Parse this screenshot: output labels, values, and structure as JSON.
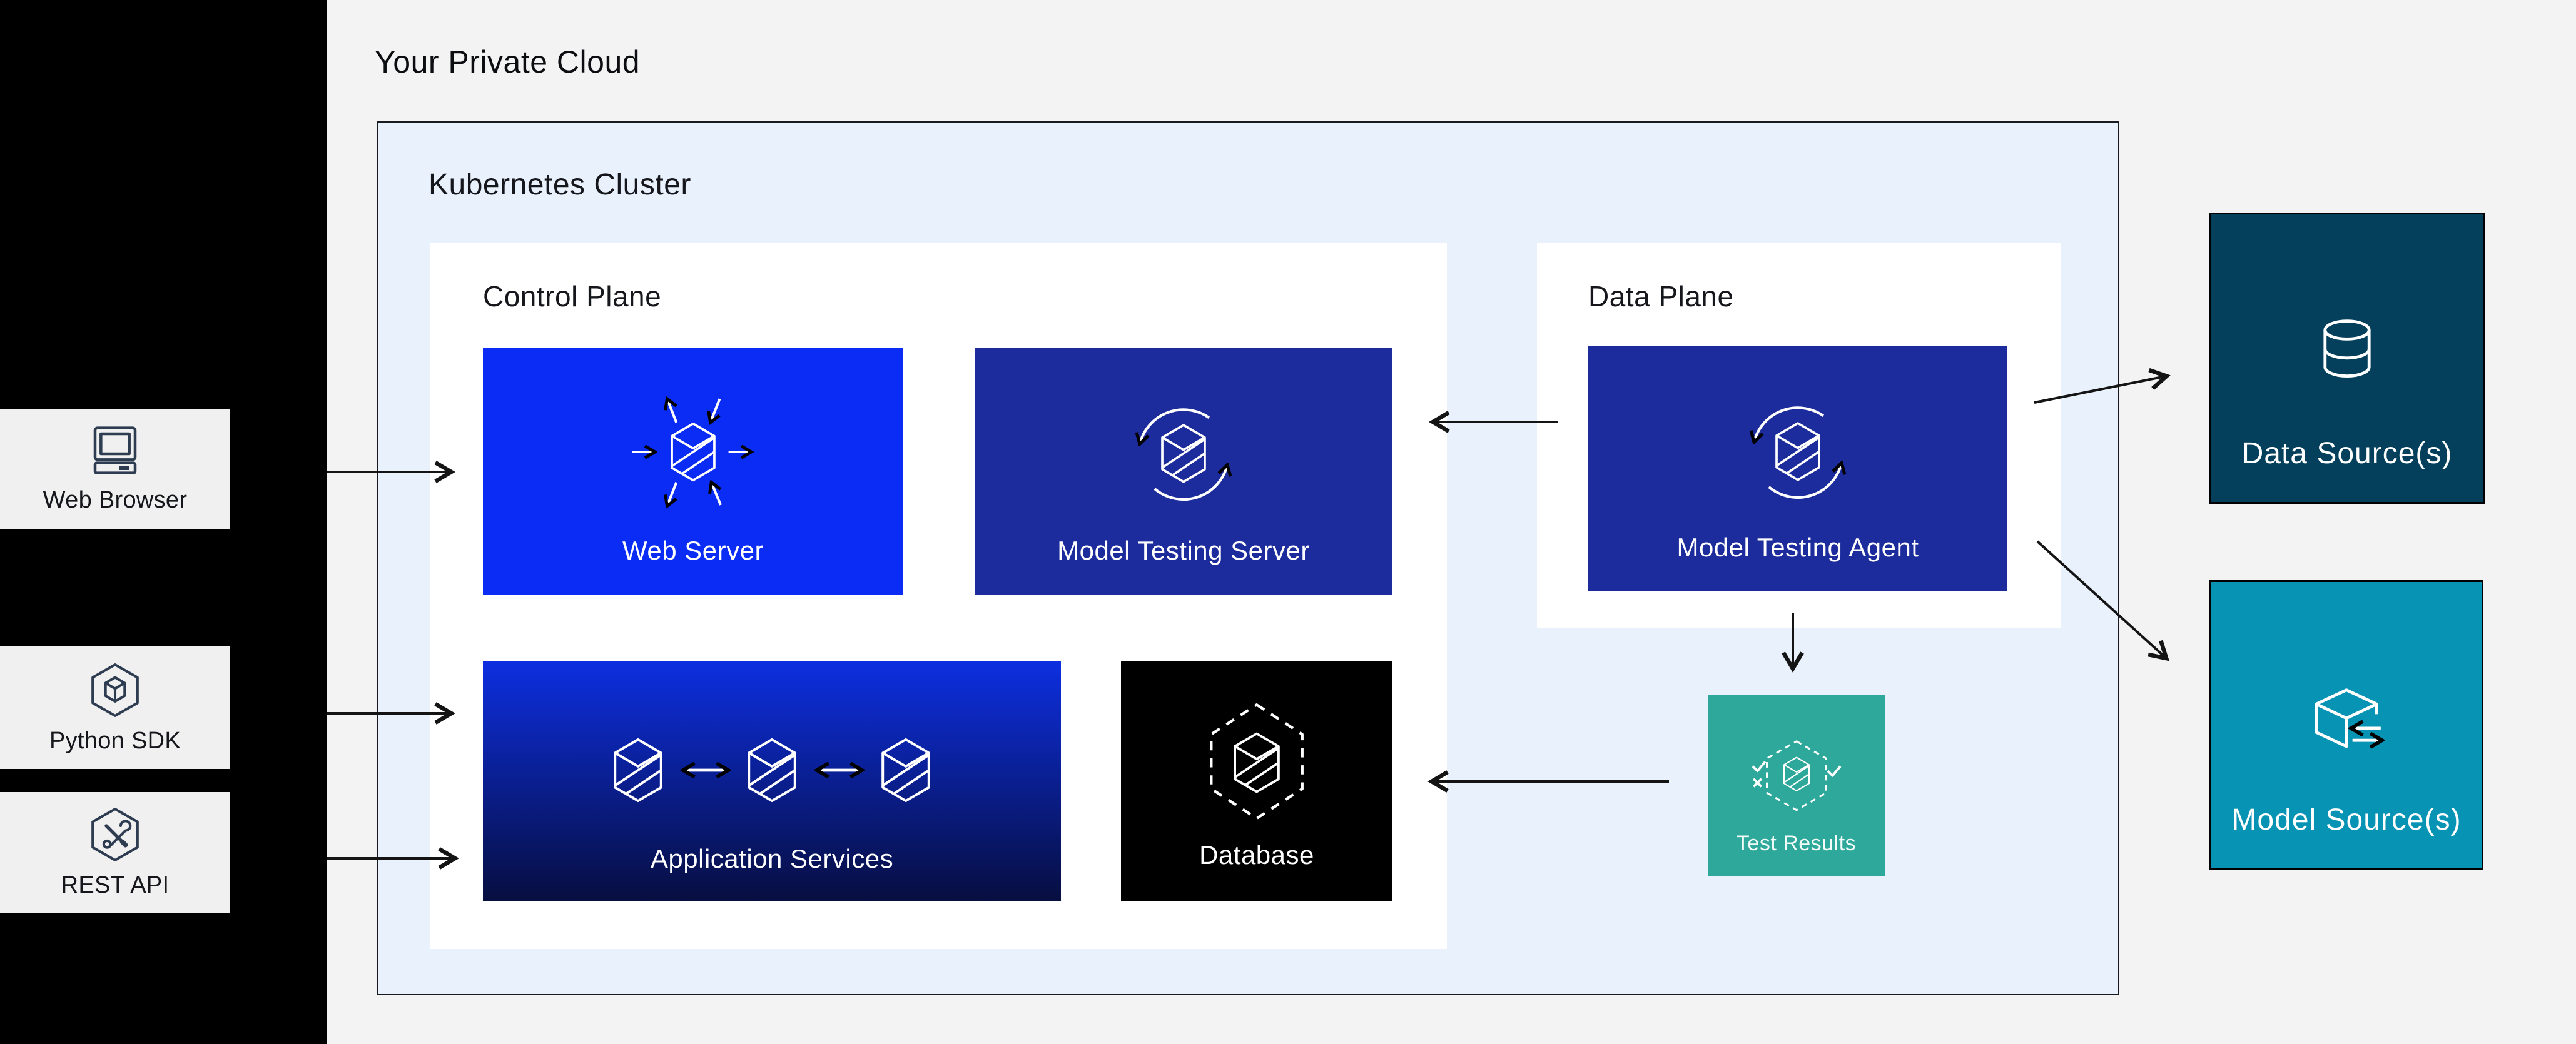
{
  "title": "Your Private Cloud",
  "cluster": {
    "label": "Kubernetes Cluster"
  },
  "panels": {
    "control_plane": {
      "label": "Control Plane"
    },
    "data_plane": {
      "label": "Data Plane"
    }
  },
  "nodes": {
    "web_server": {
      "label": "Web Server",
      "icon": "scale-out-prism-icon",
      "color": "#0a2cf5"
    },
    "model_testing_server": {
      "label": "Model Testing Server",
      "icon": "prism-sync-icon",
      "color": "#1d2c9c"
    },
    "application_services": {
      "label": "Application Services",
      "icon": "linked-prisms-icon",
      "color_top": "#0d2fe0",
      "color_bottom": "#070e40"
    },
    "database": {
      "label": "Database",
      "icon": "dashed-hexagon-prism-icon",
      "color": "#000000"
    },
    "model_testing_agent": {
      "label": "Model Testing Agent",
      "icon": "prism-sync-icon",
      "color": "#1d2c9c"
    },
    "test_results": {
      "label": "Test Results",
      "icon": "dashed-hexagon-checks-icon",
      "color": "#2ea89a"
    },
    "data_sources": {
      "label": "Data Source(s)",
      "icon": "database-cylinder-icon",
      "color": "#04405b"
    },
    "model_sources": {
      "label": "Model Source(s)",
      "icon": "cube-transfer-icon",
      "color": "#0793b4"
    }
  },
  "clients": [
    {
      "label": "Web Browser",
      "icon": "computer-monitor-icon"
    },
    {
      "label": "Python SDK",
      "icon": "hexagon-cube-icon"
    },
    {
      "label": "REST API",
      "icon": "hexagon-tools-icon"
    }
  ],
  "connections": [
    {
      "from": "web-browser",
      "to": "web-server"
    },
    {
      "from": "python-sdk",
      "to": "control-plane"
    },
    {
      "from": "rest-api",
      "to": "control-plane"
    },
    {
      "from": "model-testing-agent",
      "to": "model-testing-server"
    },
    {
      "from": "model-testing-agent",
      "to": "test-results"
    },
    {
      "from": "test-results",
      "to": "database"
    },
    {
      "from": "model-testing-agent",
      "to": "data-sources"
    },
    {
      "from": "model-testing-agent",
      "to": "model-sources"
    }
  ],
  "arrow_color": "#141414"
}
